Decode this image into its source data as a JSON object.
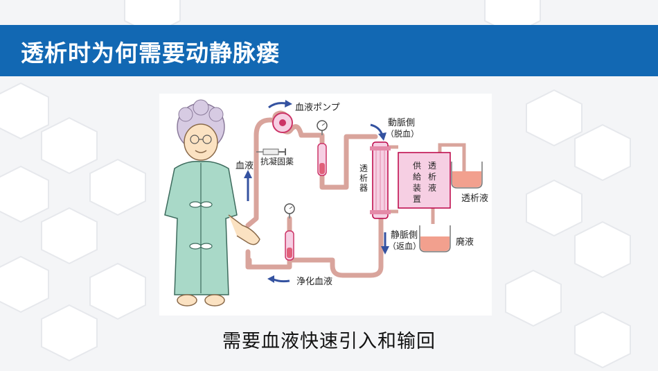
{
  "slide": {
    "title": "透析时为何需要动静脉瘘",
    "caption": "需要血液快速引入和输回"
  },
  "diagram": {
    "labels": {
      "blood_pump": "血液ポンプ",
      "anticoagulant": "抗凝固薬",
      "blood": "血液",
      "arterial_side": "動脈側",
      "arterial_side_sub": "（脱血）",
      "venous_side": "静脈側",
      "venous_side_sub": "（返血）",
      "dialyzer": "透析器",
      "supply_device_col1": "供給装置",
      "supply_device_col2": "透析液",
      "dialysate": "透析液",
      "waste_fluid": "廃液",
      "purified_blood": "浄化血液"
    },
    "colors": {
      "tube": "#d9a49c",
      "arrow": "#3452a0",
      "device": "#f6cfe3",
      "gown": "#a9d9c8",
      "liquid": "#f2a08e",
      "title_bar": "#1268b3"
    }
  }
}
